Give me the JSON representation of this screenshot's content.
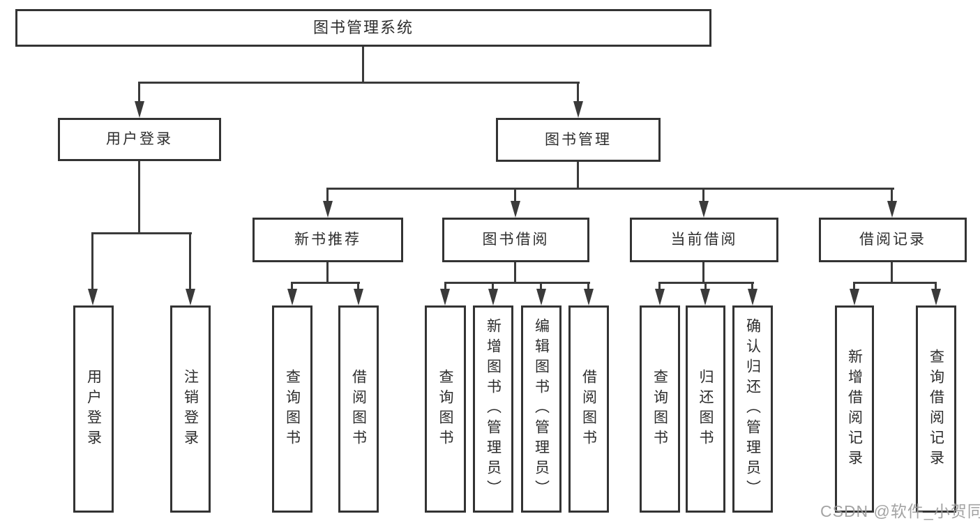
{
  "diagram": {
    "root": {
      "label": "图书管理系统"
    },
    "level2": [
      {
        "label": "用户登录"
      },
      {
        "label": "图书管理"
      }
    ],
    "level3": [
      {
        "label": "新书推荐"
      },
      {
        "label": "图书借阅"
      },
      {
        "label": "当前借阅"
      },
      {
        "label": "借阅记录"
      }
    ],
    "leaves": {
      "user_login": [
        {
          "label": "用户登录"
        },
        {
          "label": "注销登录"
        }
      ],
      "new_rec": [
        {
          "label": "查询图书"
        },
        {
          "label": "借阅图书"
        }
      ],
      "book_borrow": [
        {
          "label": "查询图书"
        },
        {
          "label": "新增图书（管理员）"
        },
        {
          "label": "编辑图书（管理员）"
        },
        {
          "label": "借阅图书"
        }
      ],
      "current_borrow": [
        {
          "label": "查询图书"
        },
        {
          "label": "归还图书"
        },
        {
          "label": "确认归还（管理员）"
        }
      ],
      "borrow_records": [
        {
          "label": "新增借阅记录"
        },
        {
          "label": "查询借阅记录"
        }
      ]
    }
  },
  "watermark": {
    "text": "CSDN @软件_小贺同学"
  },
  "colors": {
    "line": "#3a3a3a",
    "box_border": "#333333",
    "text": "#2d2d2d",
    "watermark": "#9c9c9c",
    "background": "#ffffff"
  }
}
